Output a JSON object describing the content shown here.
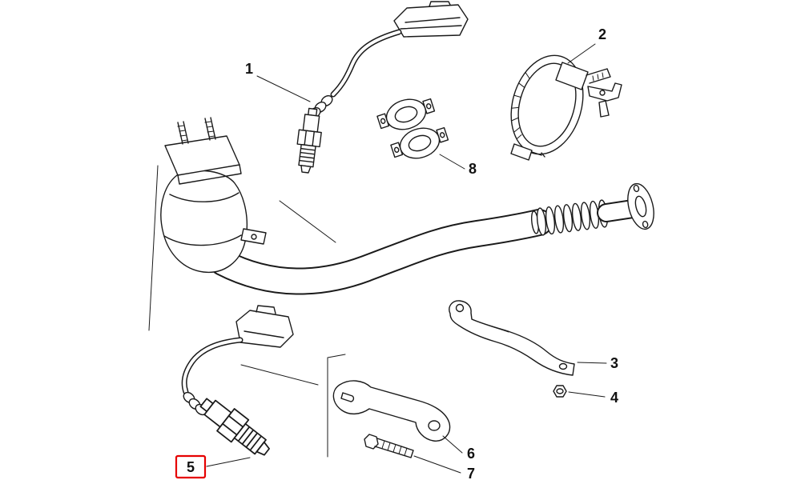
{
  "colors": {
    "background": "#ffffff",
    "line": "#1a1a1a",
    "highlight": "#e60000"
  },
  "callouts": {
    "part1": "1",
    "part2": "2",
    "part3": "3",
    "part4": "4",
    "part5": "5",
    "part6": "6",
    "part7": "7",
    "part8": "8"
  },
  "highlighted_callout": "5"
}
